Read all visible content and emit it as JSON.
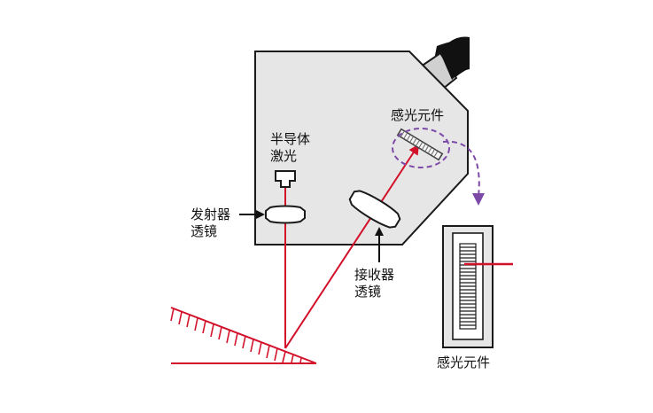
{
  "labels": {
    "laser": "半导体\n激光",
    "emitter_lens": "发射器\n透镜",
    "receiver_lens": "接收器\n透镜",
    "sensor_inside": "感光元件",
    "sensor_outside": "感光元件"
  },
  "colors": {
    "beam": "#d3102a",
    "housing_fill": "#e6e6e6",
    "housing_stroke": "#1a1a1a",
    "path_arrow": "#7d4aa8",
    "surface": "#d3102a"
  }
}
